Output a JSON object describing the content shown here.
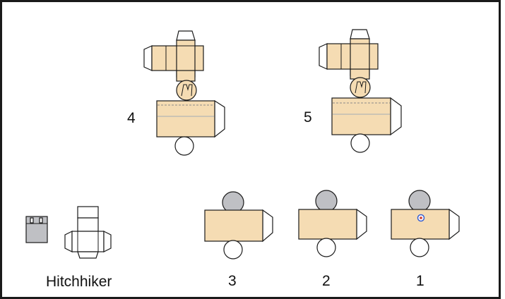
{
  "labels": {
    "piece_4": "4",
    "piece_5": "5",
    "piece_3": "3",
    "piece_2": "2",
    "piece_1": "1",
    "hitchhiker": "Hitchhiker"
  },
  "colors": {
    "border": "#1a1a1a",
    "body_tan": "#f5dcb3",
    "head_grey": "#bfc0c4",
    "background": "#ffffff"
  }
}
